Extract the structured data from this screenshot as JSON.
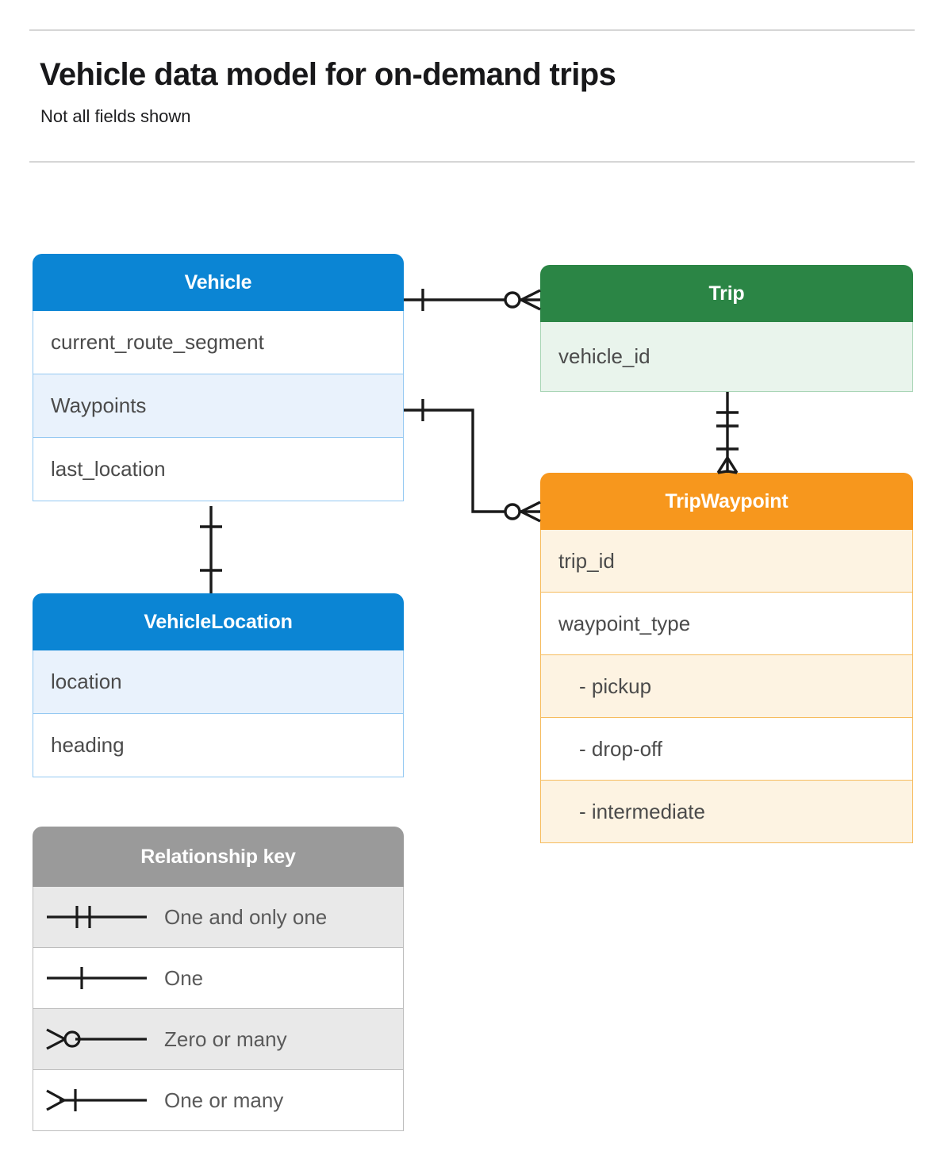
{
  "header": {
    "title": "Vehicle data model for on-demand trips",
    "subtitle": "Not all fields shown"
  },
  "colors": {
    "blue": "#0b85d4",
    "blue_row": "#e9f2fc",
    "blue_border": "#95c9f2",
    "green": "#2b8545",
    "green_row": "#e9f4ec",
    "green_border": "#a8d5b5",
    "orange": "#f7971d",
    "orange_row": "#fdf3e2",
    "orange_border": "#f6bc5e",
    "gray": "#9a9a9a",
    "gray_row": "#e9e9e9",
    "gray_border": "#bdbdbd",
    "line": "#1a1a1a",
    "rule": "#d6d6d6",
    "field_text": "#4b4b4b"
  },
  "entities": [
    {
      "id": "vehicle",
      "name": "Vehicle",
      "theme": "blue",
      "fields": [
        {
          "label": "current_route_segment",
          "style": "plain"
        },
        {
          "label": "Waypoints",
          "style": "alt"
        },
        {
          "label": "last_location",
          "style": "plain"
        }
      ]
    },
    {
      "id": "trip",
      "name": "Trip",
      "theme": "green",
      "fields": [
        {
          "label": "vehicle_id",
          "style": "alt"
        }
      ]
    },
    {
      "id": "tripwaypoint",
      "name": "TripWaypoint",
      "theme": "orange",
      "fields": [
        {
          "label": "trip_id",
          "style": "alt"
        },
        {
          "label": "waypoint_type",
          "style": "plain"
        },
        {
          "label": "-  pickup",
          "style": "alt",
          "sub": true
        },
        {
          "label": "-  drop-off",
          "style": "plain",
          "sub": true
        },
        {
          "label": "-  intermediate",
          "style": "alt",
          "sub": true
        }
      ]
    },
    {
      "id": "vehiclelocation",
      "name": "VehicleLocation",
      "theme": "blue",
      "fields": [
        {
          "label": "location",
          "style": "alt"
        },
        {
          "label": "heading",
          "style": "plain"
        }
      ]
    }
  ],
  "legend": {
    "title": "Relationship key",
    "rows": [
      {
        "glyph": "one-and-only-one-icon",
        "label": "One and only one",
        "style": "alt"
      },
      {
        "glyph": "one-icon",
        "label": "One",
        "style": "plain"
      },
      {
        "glyph": "zero-or-many-icon",
        "label": "Zero or many",
        "style": "alt"
      },
      {
        "glyph": "one-or-many-icon",
        "label": "One or many",
        "style": "plain"
      }
    ]
  },
  "relationships": [
    {
      "id": "vehicle-trip",
      "from": "Vehicle",
      "to": "Trip",
      "from_cardinality": "One",
      "to_cardinality": "Zero or many"
    },
    {
      "id": "vehicle-waypoints-tripwaypoint",
      "from": "Vehicle.Waypoints",
      "to": "TripWaypoint",
      "from_cardinality": "One",
      "to_cardinality": "Zero or many"
    },
    {
      "id": "trip-tripwaypoint",
      "from": "Trip",
      "to": "TripWaypoint",
      "from_cardinality": "One and only one",
      "to_cardinality": "One or many"
    },
    {
      "id": "vehicle-vehiclelocation",
      "from": "Vehicle",
      "to": "VehicleLocation",
      "from_cardinality": "One",
      "to_cardinality": "One"
    }
  ]
}
